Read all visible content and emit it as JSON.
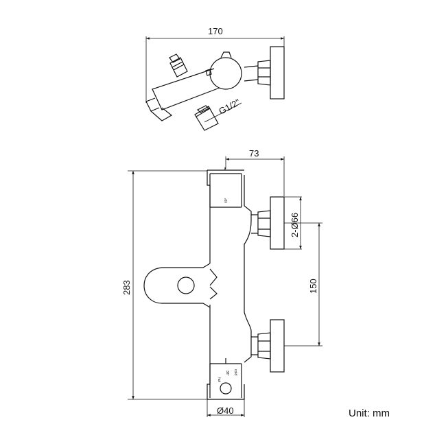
{
  "dimensions": {
    "top_width": "170",
    "thread": "G1/2\"",
    "inlet_offset": "73",
    "inlet_diameter": "2-Ø66",
    "center_distance": "150",
    "height": "283",
    "body_diameter": "Ø40"
  },
  "dial_labels": {
    "hot": "hot",
    "temp": "38°",
    "cold": "cold",
    "top_mark": "40°"
  },
  "unit_label": "Unit: mm"
}
